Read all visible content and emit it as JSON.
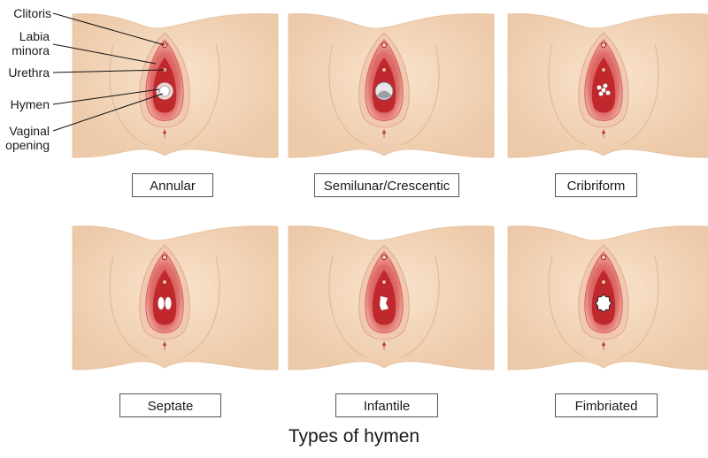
{
  "labels": {
    "clitoris": "Clitoris",
    "labia_minora": [
      "Labia",
      "minora"
    ],
    "urethra": "Urethra",
    "hymen": "Hymen",
    "vaginal_opening": [
      "Vaginal",
      "opening"
    ]
  },
  "panels": [
    {
      "caption": "Annular",
      "type": "annular"
    },
    {
      "caption": "Semilunar/Crescentic",
      "type": "semilunar"
    },
    {
      "caption": "Cribriform",
      "type": "cribriform"
    },
    {
      "caption": "Septate",
      "type": "septate"
    },
    {
      "caption": "Infantile",
      "type": "infantile"
    },
    {
      "caption": "Fimbriated",
      "type": "fimbriated"
    }
  ],
  "title": "Types of hymen",
  "colors": {
    "skin": "#f6dcc3",
    "skin_shadow": "#ecc9a8",
    "labia": "#e58c86",
    "inner": "#c0282d",
    "hymen": "#ffffff"
  }
}
